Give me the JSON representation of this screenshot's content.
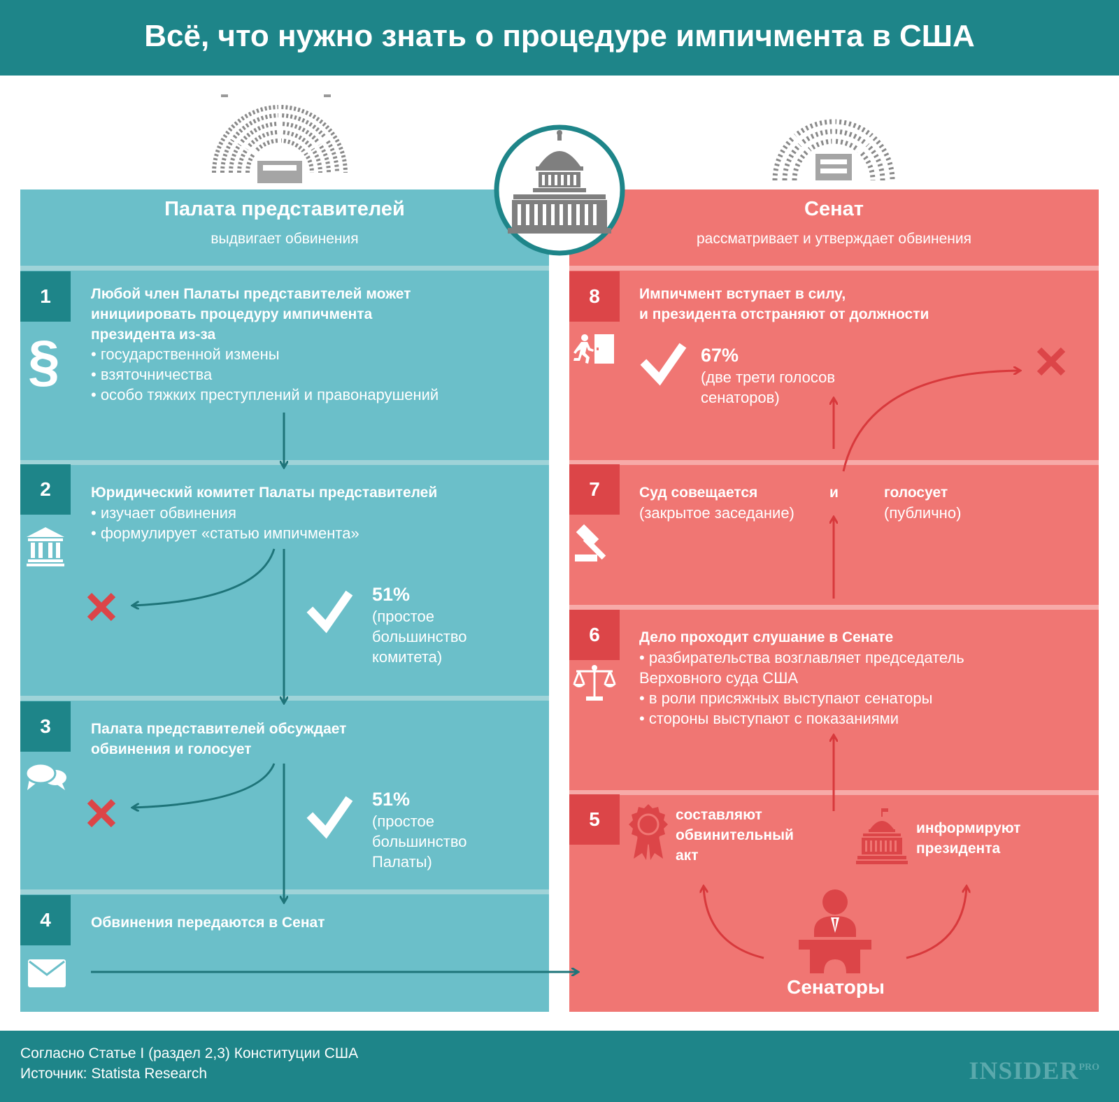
{
  "title": "Всё, что нужно знать о процедуре импичмента в США",
  "house": {
    "title": "Палата представителей",
    "subtitle": "выдвигает обвинения",
    "steps": [
      {
        "num": "1",
        "heading": "Любой член Палаты представителей может\nинициировать процедуру импичмента\nпрезидента из-за",
        "items": [
          "• государственной измены",
          "• взяточничества",
          "• особо тяжких преступлений и правонарушений"
        ],
        "icon": "section-sign-icon"
      },
      {
        "num": "2",
        "heading": "Юридический комитет Палаты представителей",
        "items": [
          "• изучает обвинения",
          "• формулирует «статью импичмента»"
        ],
        "icon": "courthouse-icon",
        "percent": "51%",
        "percent_text": "(простое\nбольшинство\nкомитета)"
      },
      {
        "num": "3",
        "heading": "Палата представителей обсуждает\nобвинения и голосует",
        "icon": "chat-bubbles-icon",
        "percent": "51%",
        "percent_text": "(простое\nбольшинство\nПалаты)"
      },
      {
        "num": "4",
        "heading": "Обвинения передаются в Сенат",
        "icon": "envelope-icon"
      }
    ]
  },
  "senate": {
    "title": "Сенат",
    "subtitle": "рассматривает и утверждает обвинения",
    "steps": [
      {
        "num": "8",
        "heading": "Импичмент вступает в силу,\nи президента отстраняют от должности",
        "icon": "exit-door-icon",
        "percent": "67%",
        "percent_text": "(две трети голосов\nсенаторов)"
      },
      {
        "num": "7",
        "left_bold": "Суд совещается",
        "left_text": "(закрытое заседание)",
        "and": "и",
        "right_bold": "голосует",
        "right_text": "(публично)",
        "icon": "gavel-icon"
      },
      {
        "num": "6",
        "heading": "Дело проходит слушание в Сенате",
        "items": [
          "• разбирательства возглавляет председатель\n  Верховного суда США",
          "• в роли присяжных выступают сенаторы",
          "• стороны выступают с показаниями"
        ],
        "icon": "scales-icon"
      },
      {
        "num": "5",
        "left_text": "составляют\nобвинительный\nакт",
        "right_text": "информируют\nпрезидента",
        "icon": "award-seal-icon",
        "bottom_label": "Сенаторы"
      }
    ]
  },
  "footer": {
    "line1": "Согласно Статье I (раздел 2,3) Конституции США",
    "line2": "Источник: Statista Research",
    "brand": "INSIDER",
    "brand_sup": "PRO"
  },
  "colors": {
    "teal_dark": "#1e8589",
    "teal_panel": "#6bbfc9",
    "red_panel": "#f07673",
    "red_dark": "#dc4548",
    "arrow_teal": "#1e7479",
    "arrow_red": "#d8393c"
  }
}
